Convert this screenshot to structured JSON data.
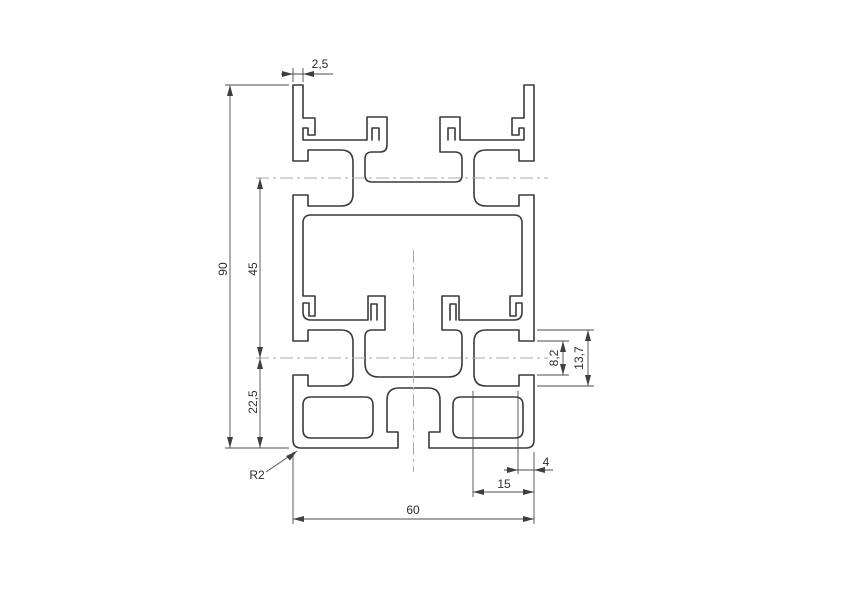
{
  "drawing": {
    "background": "#ffffff",
    "outline_color": "#3a3a3a",
    "dimension_color": "#4c4c4c",
    "centerline_color": "#ababab",
    "dimensions": {
      "fin_thickness": "2,5",
      "overall_height": "90",
      "upper_section_height": "45",
      "lower_section_height": "22,5",
      "slot_opening_width": "8,2",
      "slot_cavity_width": "13,7",
      "slot_lip_depth": "4",
      "slot_depth": "15",
      "overall_width": "60",
      "corner_radius": "R2"
    }
  }
}
